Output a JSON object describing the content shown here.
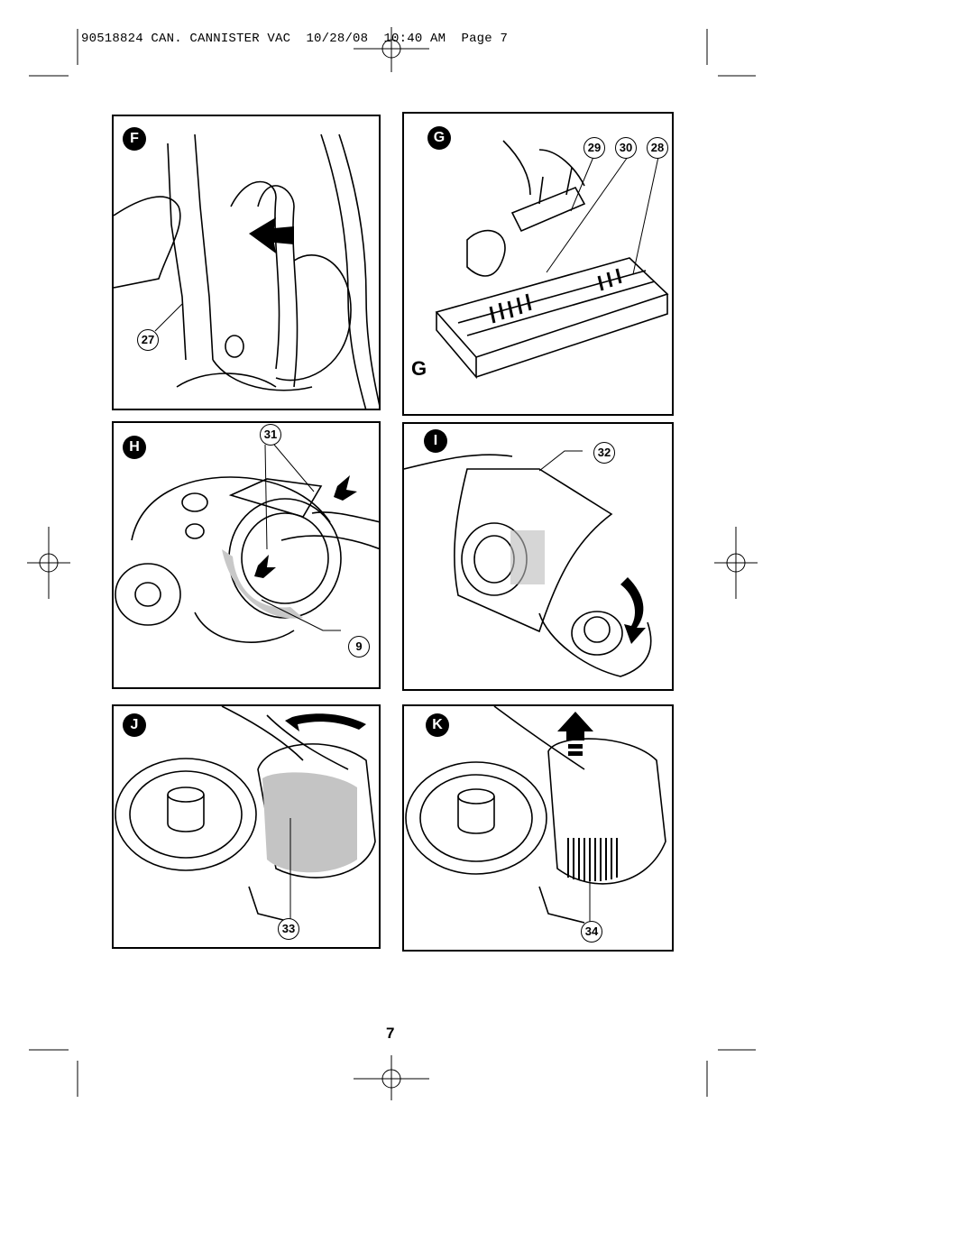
{
  "header": {
    "text": "90518824 CAN. CANNISTER VAC  10/28/08  10:40 AM  Page 7"
  },
  "page_number": "7",
  "panels": {
    "F": {
      "badge": "F",
      "callouts": [
        "27"
      ]
    },
    "G": {
      "badge": "G",
      "callouts": [
        "29",
        "30",
        "28"
      ],
      "corner_letter": "G"
    },
    "H": {
      "badge": "H",
      "callouts": [
        "31",
        "9"
      ]
    },
    "I": {
      "badge": "I",
      "callouts": [
        "32"
      ]
    },
    "J": {
      "badge": "J",
      "callouts": [
        "33"
      ]
    },
    "K": {
      "badge": "K",
      "callouts": [
        "34"
      ]
    }
  }
}
